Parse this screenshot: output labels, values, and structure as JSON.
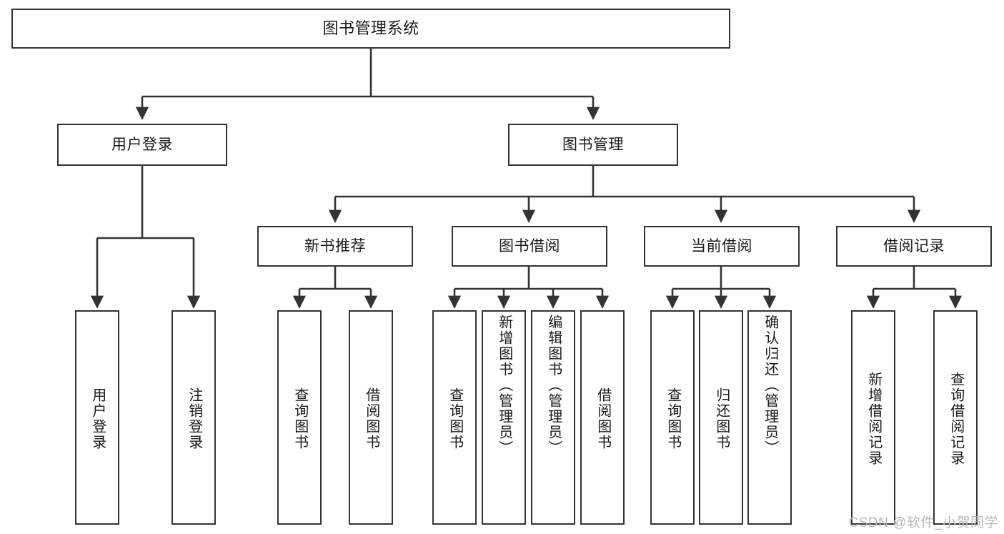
{
  "diagram": {
    "title": "图书管理系统",
    "type": "tree-hierarchy",
    "watermark": "CSDN @软件_小贺同学",
    "colors": {
      "stroke": "#333333",
      "fill": "#ffffff",
      "text": "#1a1a1a",
      "watermark": "#b8b8b8"
    },
    "levels": {
      "root": "图书管理系统",
      "level2": [
        "用户登录",
        "图书管理"
      ],
      "level3": [
        "新书推荐",
        "图书借阅",
        "当前借阅",
        "借阅记录"
      ],
      "leaves": [
        "用户登录",
        "注销登录",
        "查询图书",
        "借阅图书",
        "查询图书",
        "新增图书（管理员）",
        "编辑图书（管理员）",
        "借阅图书",
        "查询图书",
        "归还图书",
        "确认归还（管理员）",
        "新增借阅记录",
        "查询借阅记录"
      ]
    },
    "nodes": {
      "root": {
        "label": "图书管理系统"
      },
      "user_login": {
        "label": "用户登录"
      },
      "book_manage": {
        "label": "图书管理"
      },
      "new_book_rec": {
        "label": "新书推荐"
      },
      "book_borrow": {
        "label": "图书借阅"
      },
      "current_borrow": {
        "label": "当前借阅"
      },
      "borrow_record": {
        "label": "借阅记录"
      },
      "leaf_user_login": {
        "label": "用户登录"
      },
      "leaf_logout": {
        "label": "注销登录"
      },
      "leaf_query_book_1": {
        "label": "查询图书"
      },
      "leaf_borrow_book_1": {
        "label": "借阅图书"
      },
      "leaf_query_book_2": {
        "label": "查询图书"
      },
      "leaf_add_book": {
        "label": "新增图书（管理员）"
      },
      "leaf_edit_book": {
        "label": "编辑图书（管理员）"
      },
      "leaf_borrow_book_2": {
        "label": "借阅图书"
      },
      "leaf_query_book_3": {
        "label": "查询图书"
      },
      "leaf_return_book": {
        "label": "归还图书"
      },
      "leaf_confirm_return": {
        "label": "确认归还（管理员）"
      },
      "leaf_add_record": {
        "label": "新增借阅记录"
      },
      "leaf_query_record": {
        "label": "查询借阅记录"
      }
    }
  }
}
